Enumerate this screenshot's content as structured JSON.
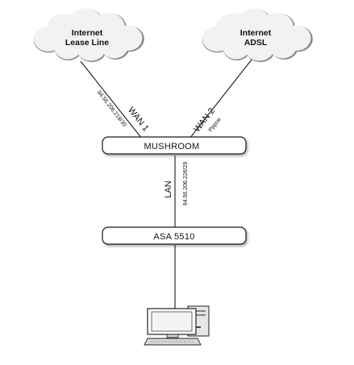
{
  "clouds": [
    {
      "line1": "Internet",
      "line2": "Lease Line"
    },
    {
      "line1": "Internet",
      "line2": "ADSL"
    }
  ],
  "links": {
    "wan1": {
      "label": "WAN 1",
      "ip": "94.56.206.218/30"
    },
    "wan2": {
      "label": "WAN 2",
      "ip": "Pppoe"
    },
    "lan": {
      "label": "LAN",
      "ip": "94.56.206.226/29"
    }
  },
  "devices": {
    "router": "MUSHROOM",
    "firewall": "ASA 5510",
    "workstation_icon": "desktop-computer-icon"
  },
  "colors": {
    "line": "#1a1a1a",
    "cloud_fill": "#f2f2f2",
    "cloud_stroke": "#8a8a8a",
    "box_fill": "#ffffff",
    "box_stroke": "#1a1a1a"
  }
}
